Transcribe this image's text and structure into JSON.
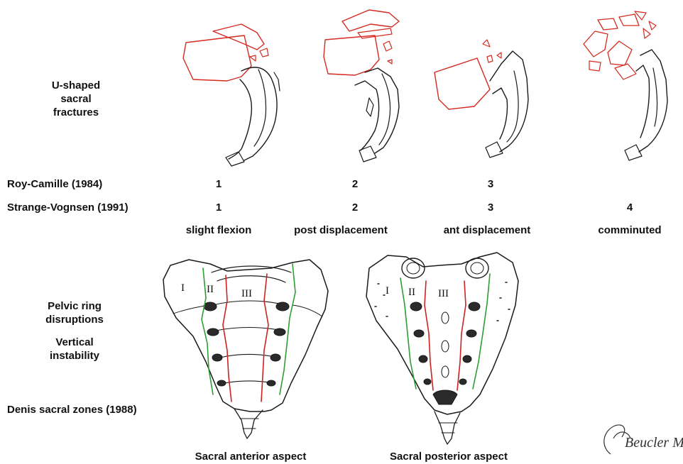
{
  "left_labels": {
    "u_shaped": [
      "U-shaped",
      "sacral",
      "fractures"
    ],
    "roy_camille": "Roy-Camille (1984)",
    "strange_vognsen": "Strange-Vognsen (1991)",
    "pelvic_ring": [
      "Pelvic ring",
      "disruptions"
    ],
    "vertical": [
      "Vertical",
      "instability"
    ],
    "denis": "Denis sacral zones (1988)"
  },
  "roy_camille_values": [
    "1",
    "2",
    "3"
  ],
  "strange_vognsen_values": [
    "1",
    "2",
    "3",
    "4"
  ],
  "fracture_types": [
    "slight flexion",
    "post displacement",
    "ant displacement",
    "comminuted"
  ],
  "zones": [
    "I",
    "II",
    "III"
  ],
  "captions": {
    "anterior": "Sacral anterior aspect",
    "posterior": "Sacral posterior aspect"
  },
  "signature": "Beucler MD",
  "colors": {
    "fracture_red": "#d42a1f",
    "zone_green": "#2e9e34",
    "zone_red": "#cc2222",
    "outline": "#1a1a1a"
  }
}
